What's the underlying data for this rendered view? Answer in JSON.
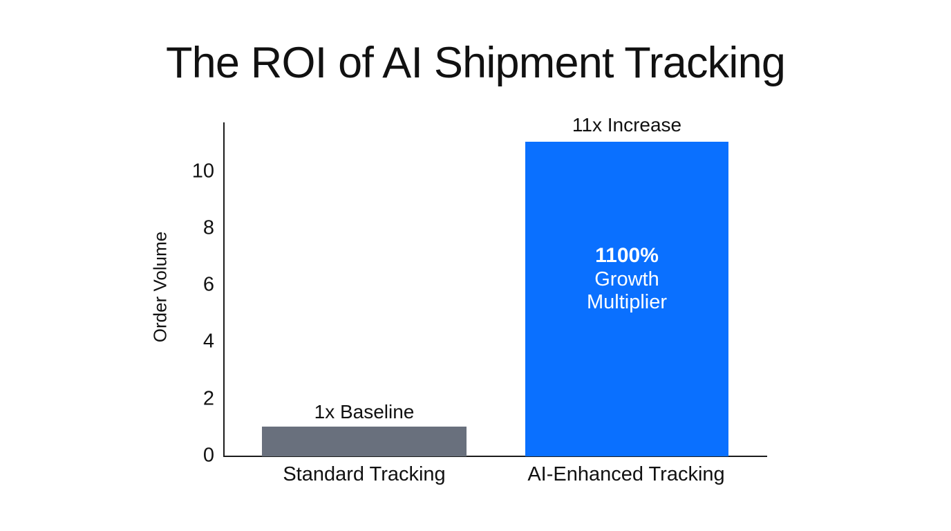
{
  "chart_data": {
    "type": "bar",
    "title": "The ROI of AI Shipment Tracking",
    "xlabel": "",
    "ylabel": "Order Volume",
    "categories": [
      "Standard Tracking",
      "AI-Enhanced Tracking"
    ],
    "values": [
      1,
      11
    ],
    "ylim": [
      0,
      11.6
    ],
    "yticks": [
      0,
      2,
      4,
      6,
      8,
      10
    ],
    "ytick_labels": [
      "0",
      "2",
      "4",
      "6",
      "8",
      "10"
    ],
    "grid": false,
    "legend": null,
    "bar_colors": [
      "#69707d",
      "#0a70ff"
    ],
    "annotations": [
      {
        "target": "Standard Tracking",
        "position": "above-bar",
        "text": "1x Baseline"
      },
      {
        "target": "AI-Enhanced Tracking",
        "position": "above-bar",
        "text": "11x Increase"
      },
      {
        "target": "AI-Enhanced Tracking",
        "position": "inside-bar",
        "value_text": "1100%",
        "line2": "Growth",
        "line3": "Multiplier"
      }
    ],
    "series": [
      {
        "name": "Order Volume",
        "values": [
          1,
          11
        ]
      }
    ]
  },
  "colors": {
    "background": "#ffffff",
    "axis": "#1b1b1b",
    "text": "#111111",
    "baseline_bar": "#69707d",
    "highlight_bar": "#0a70ff",
    "inside_label": "#ffffff"
  },
  "axis": {
    "y_title": "Order Volume",
    "ticks": [
      {
        "label": "10",
        "value": 10
      },
      {
        "label": "8",
        "value": 8
      },
      {
        "label": "6",
        "value": 6
      },
      {
        "label": "4",
        "value": 4
      },
      {
        "label": "2",
        "value": 2
      },
      {
        "label": "0",
        "value": 0
      }
    ]
  },
  "bars": [
    {
      "category": "Standard Tracking",
      "value": 1,
      "top_label": "1x Baseline",
      "color": "#69707d",
      "inner": null
    },
    {
      "category": "AI-Enhanced Tracking",
      "value": 11,
      "top_label": "11x Increase",
      "color": "#0a70ff",
      "inner": {
        "value_text": "1100%",
        "line2": "Growth",
        "line3": "Multiplier"
      }
    }
  ],
  "header": {
    "title": "The ROI of AI Shipment Tracking"
  }
}
